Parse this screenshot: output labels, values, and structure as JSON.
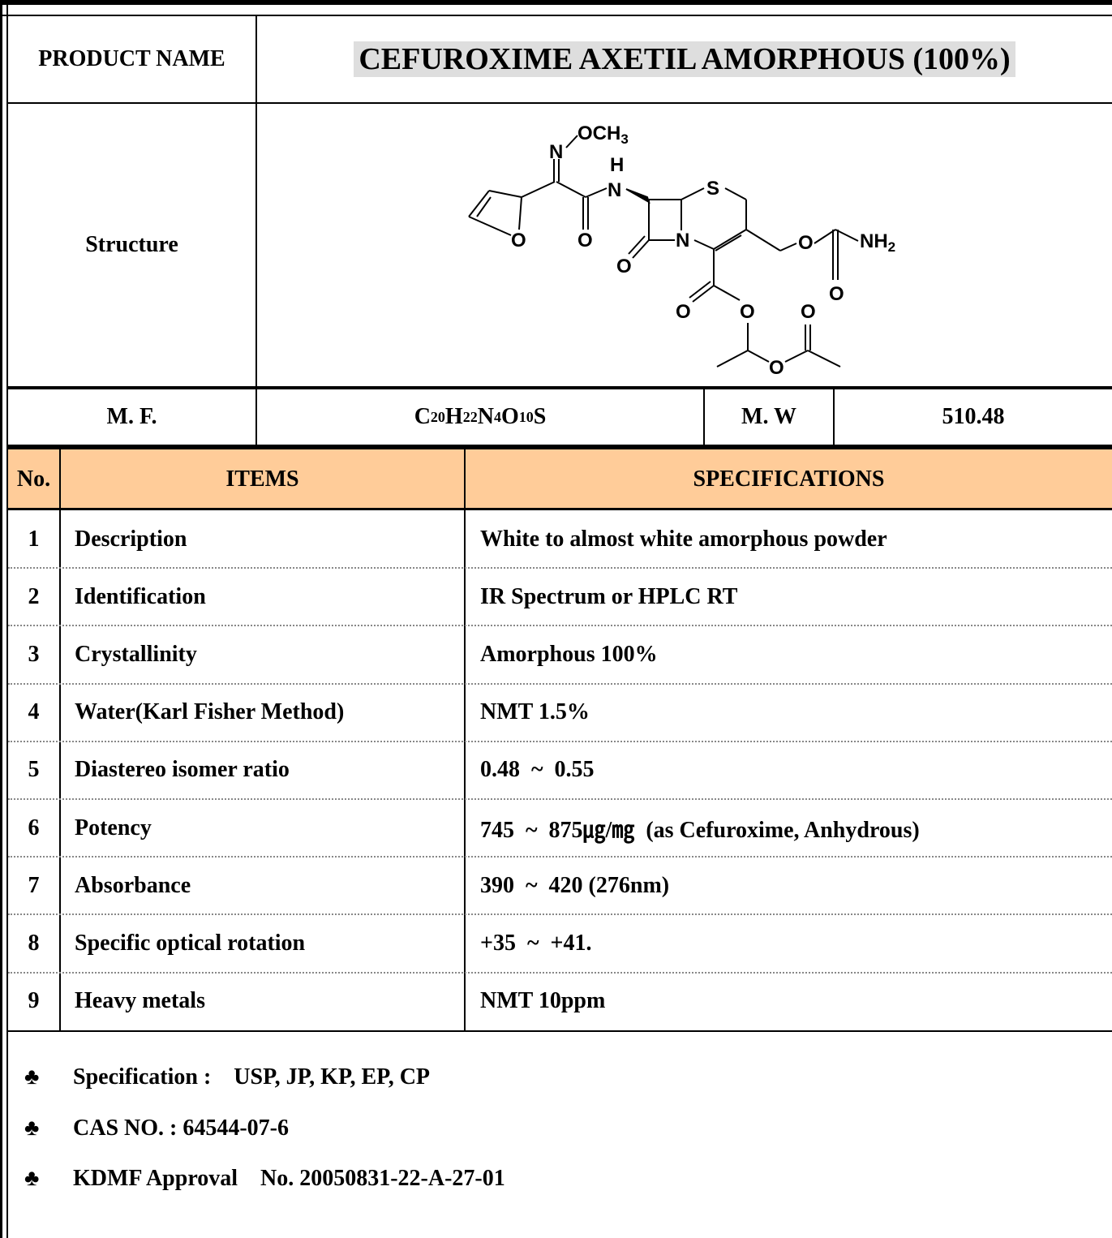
{
  "header": {
    "product_name_label": "PRODUCT NAME",
    "product_name": "CEFUROXIME AXETIL AMORPHOUS (100%)",
    "structure_label": "Structure"
  },
  "structure": {
    "atoms": {
      "n_top": "N",
      "och3": "OCH",
      "och3_sub": "3",
      "h": "H",
      "n_amide": "N",
      "s": "S",
      "o_furan": "O",
      "o_amide": "O",
      "o_lactam": "O",
      "n_ring": "N",
      "o_ether": "O",
      "nh2": "NH",
      "nh2_sub": "2",
      "o_carbamate": "O",
      "o_ester_co": "O",
      "o_ester": "O",
      "o_acetyl": "O",
      "o_bottom": "O"
    }
  },
  "formula_row": {
    "mf_label": "M. F.",
    "mf_parts": [
      "C",
      "20",
      "H",
      "22",
      "N",
      "4",
      "O",
      "10",
      "S"
    ],
    "mw_label": "M. W",
    "mw_value": "510.48"
  },
  "table": {
    "headers": {
      "no": "No.",
      "items": "ITEMS",
      "specs": "SPECIFICATIONS"
    },
    "rows": [
      {
        "no": "1",
        "item": "Description",
        "spec": "White to almost white amorphous powder"
      },
      {
        "no": "2",
        "item": "Identification",
        "spec": "IR Spectrum or HPLC RT"
      },
      {
        "no": "3",
        "item": "Crystallinity",
        "spec": "Amorphous 100%"
      },
      {
        "no": "4",
        "item": "Water(Karl Fisher Method)",
        "spec": "NMT 1.5%"
      },
      {
        "no": "5",
        "item": "Diastereo isomer ratio",
        "spec": "0.48  ~  0.55"
      },
      {
        "no": "6",
        "item": "Potency",
        "spec": "745  ~  875㎍/㎎  (as Cefuroxime, Anhydrous)"
      },
      {
        "no": "7",
        "item": "Absorbance",
        "spec": "390  ~  420 (276nm)"
      },
      {
        "no": "8",
        "item": "Specific optical rotation",
        "spec": "+35  ~  +41."
      },
      {
        "no": "9",
        "item": "Heavy metals",
        "spec": "NMT 10ppm"
      }
    ]
  },
  "notes": [
    {
      "bullet": "♣",
      "text": "Specification :    USP, JP, KP, EP, CP"
    },
    {
      "bullet": "♣",
      "text": "CAS NO. : 64544-07-6"
    },
    {
      "bullet": "♣",
      "text": "KDMF Approval    No. 20050831-22-A-27-01"
    }
  ]
}
